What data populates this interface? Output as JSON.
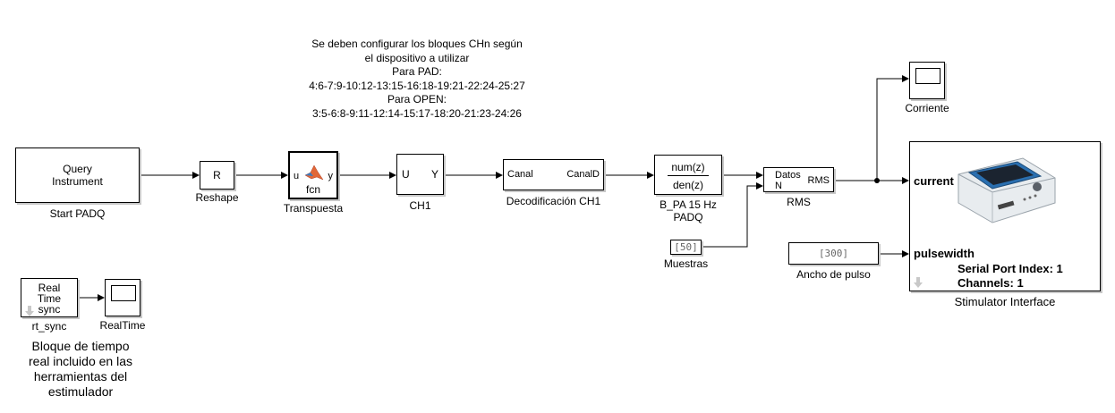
{
  "note": {
    "lines": [
      "Se deben configurar los bloques CHn según",
      "el dispositivo a utilizar",
      "Para PAD:",
      "4:6-7:9-10:12-13:15-16:18-19:21-22:24-25:27",
      "Para OPEN:",
      "3:5-6:8-9:11-12:14-15:17-18:20-21:23-24:26"
    ]
  },
  "blocks": {
    "query": {
      "line1": "Query",
      "line2": "Instrument",
      "label": "Start PADQ"
    },
    "reshape": {
      "text": "R",
      "label": "Reshape"
    },
    "fcn": {
      "in": "u",
      "out": "y",
      "text": "fcn",
      "label": "Transpuesta"
    },
    "ch1": {
      "in": "U",
      "out": "Y",
      "label": "CH1"
    },
    "decod": {
      "in": "Canal",
      "out": "CanalD",
      "label": "Decodificación CH1"
    },
    "filter": {
      "num": "num(z)",
      "den": "den(z)",
      "label1": "B_PA 15 Hz",
      "label2": "PADQ"
    },
    "muestras": {
      "value": "[50]",
      "label": "Muestras"
    },
    "rms": {
      "in1": "Datos",
      "in2": "N",
      "out": "RMS",
      "label": "RMS"
    },
    "corriente": {
      "label": "Corriente"
    },
    "ancho": {
      "value": "[300]",
      "label": "Ancho de pulso"
    },
    "stim": {
      "port1": "current",
      "port2": "pulsewidth",
      "info1": "Serial Port Index: 1",
      "info2": "Channels: 1",
      "label": "Stimulator Interface"
    },
    "rtsync": {
      "line1": "Real",
      "line2": "Time",
      "line3": "sync",
      "label": "rt_sync"
    },
    "realtime": {
      "label": "RealTime"
    }
  },
  "bottom_note": {
    "lines": [
      "Bloque de tiempo",
      "real incluido en las",
      "herramientas del",
      "estimulador"
    ]
  },
  "colors": {
    "line": "#000000",
    "shadow": "#c8c8c8",
    "matlab_logo": "#e16737",
    "device_body": "#e8ecef"
  }
}
